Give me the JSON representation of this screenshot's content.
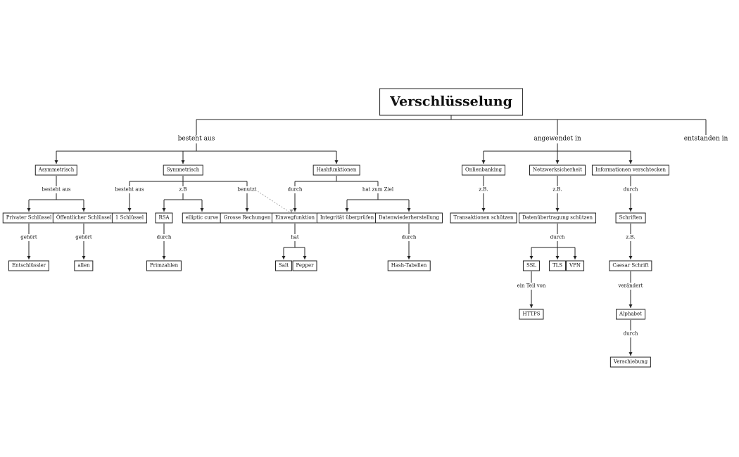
{
  "title": "Verschlüsselung",
  "nodes": {
    "asym": "Asymmetrisch",
    "sym": "Symmetrisch",
    "hash": "Hashfunktionen",
    "online": "Onlienbanking",
    "netz": "Netzwerksicherheit",
    "info": "Informationen verschtecken",
    "priv": "Privater Schlüssel",
    "pub": "Öffentlicher Schlüssel",
    "einer": "1 Schlüssel",
    "rsa": "RSA",
    "ecc": "elliptic curve",
    "grosse": "Grosse Rechungen",
    "einweg": "Einwegfunktion",
    "integ": "Integrität überprüfen",
    "wieder": "Datenwiederherstellung",
    "trans": "Transaktionen schützen",
    "daten": "Datenübertragung schützen",
    "schrift": "Schriften",
    "entsch": "Entschlüssler",
    "allen": "allen",
    "prim": "Primzahlen",
    "salt": "Salt",
    "pepper": "Pepper",
    "hashtab": "Hash-Tabellen",
    "ssl": "SSL",
    "tls": "TLS",
    "vpn": "VPN",
    "caesar": "Caesar Schrift",
    "https": "HTTPS",
    "alpha": "Alphabet",
    "versch": "Verschiebung"
  },
  "labels": {
    "besteht": "besteht aus",
    "angewendet": "angewendet in",
    "entstanden": "entstanden in",
    "asym_besteht": "besteht aus",
    "sym_besteht": "besteht aus",
    "sym_zb": "z.B",
    "sym_benutzt": "benutzt",
    "hash_durch": "durch",
    "hash_ziel": "hat zum Ziel",
    "online_zb": "z.B.",
    "netz_zb": "z.B.",
    "info_durch": "durch",
    "priv_gehoert": "gehört",
    "pub_gehoert": "gehört",
    "rsa_durch": "durch",
    "einweg_hat": "hat",
    "wieder_durch": "durch",
    "daten_durch": "durch",
    "schrift_zb": "z.B.",
    "ssl_teil": "ein Teil von",
    "caesar_veraendert": "verändert",
    "alpha_durch": "durch"
  }
}
